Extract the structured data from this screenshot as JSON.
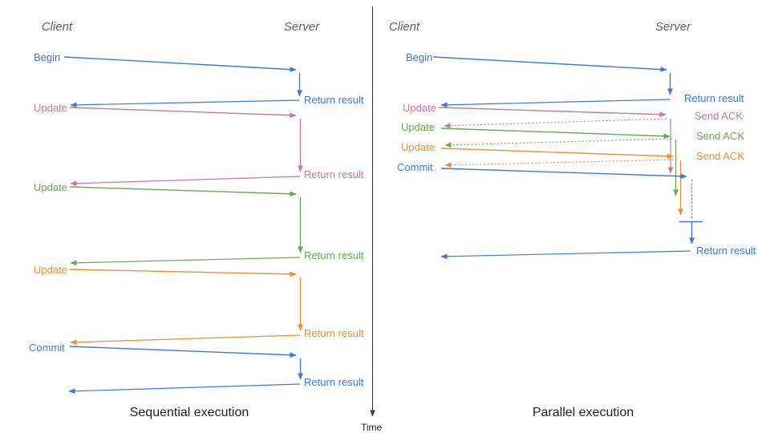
{
  "colors": {
    "blue": "#3c78d8",
    "pink": "#c27ba0",
    "green": "#6aa84f",
    "orange": "#e69138",
    "header": "#5f5f5f",
    "title": "#1f1f1f",
    "axis": "#3d3d3d"
  },
  "axis": {
    "time_label": "Time"
  },
  "sequential": {
    "title": "Sequential execution",
    "client_header": "Client",
    "server_header": "Server",
    "messages": [
      {
        "label": "Begin",
        "server_label": "Return result",
        "color": "blue"
      },
      {
        "label": "Update",
        "server_label": "Return result",
        "color": "pink"
      },
      {
        "label": "Update",
        "server_label": "Return result",
        "color": "green"
      },
      {
        "label": "Update",
        "server_label": "Return result",
        "color": "orange"
      },
      {
        "label": "Commit",
        "server_label": "Return result",
        "color": "blue"
      }
    ]
  },
  "parallel": {
    "title": "Parallel execution",
    "client_header": "Client",
    "server_header": "Server",
    "messages": [
      {
        "label": "Begin",
        "server_label": "Return result",
        "color": "blue"
      },
      {
        "label": "Update",
        "server_label": "Send ACK",
        "color": "pink"
      },
      {
        "label": "Update",
        "server_label": "Send ACK",
        "color": "green"
      },
      {
        "label": "Update",
        "server_label": "Send ACK",
        "color": "orange"
      },
      {
        "label": "Commit",
        "server_label": "Return result",
        "color": "blue"
      }
    ]
  }
}
